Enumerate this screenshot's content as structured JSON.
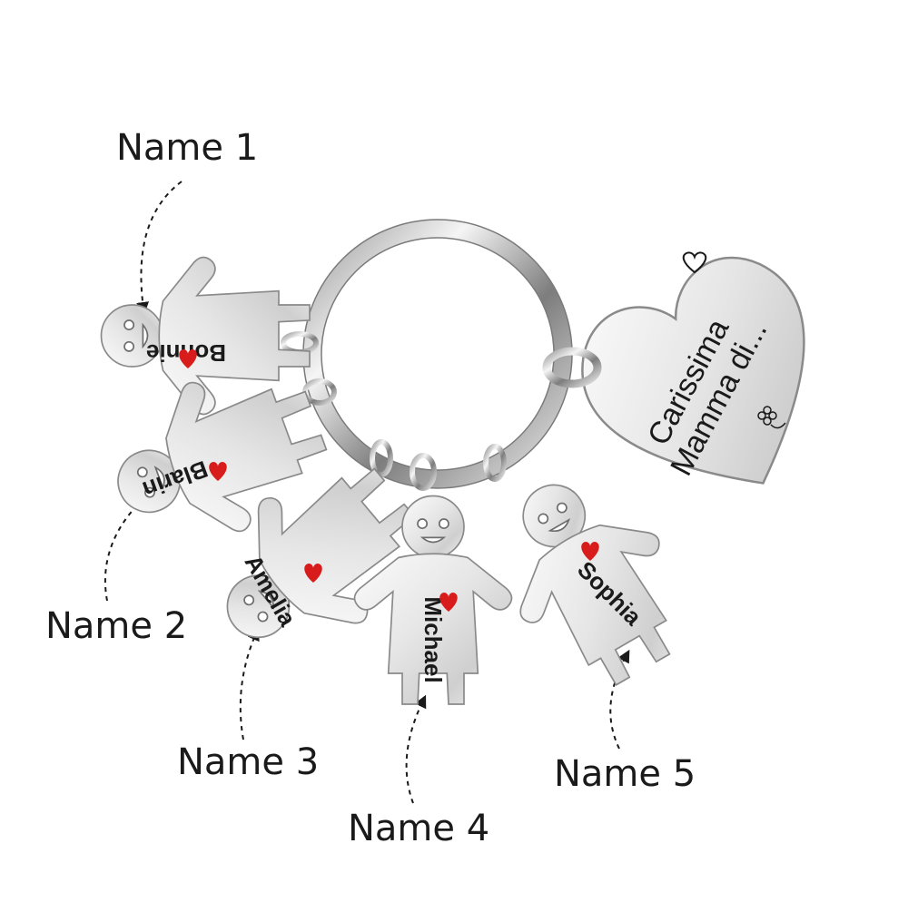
{
  "callouts": {
    "name1": "Name 1",
    "name2": "Name 2",
    "name3": "Name 3",
    "name4": "Name 4",
    "name5": "Name 5"
  },
  "charms": {
    "c1": "Bonnie",
    "c2": "Blarin",
    "c3": "Amelia",
    "c4": "Michael",
    "c5": "Sophia"
  },
  "heart_tag": {
    "line1": "Carissima",
    "line2": "Mamma di..."
  },
  "colors": {
    "metal_light": "#f4f4f4",
    "metal_mid": "#c9c9c9",
    "metal_dark": "#6e6e6e",
    "heart_red": "#d81b1b",
    "text": "#1a1a1a"
  },
  "icons": [
    "small-heart-icon",
    "flower-icon"
  ]
}
